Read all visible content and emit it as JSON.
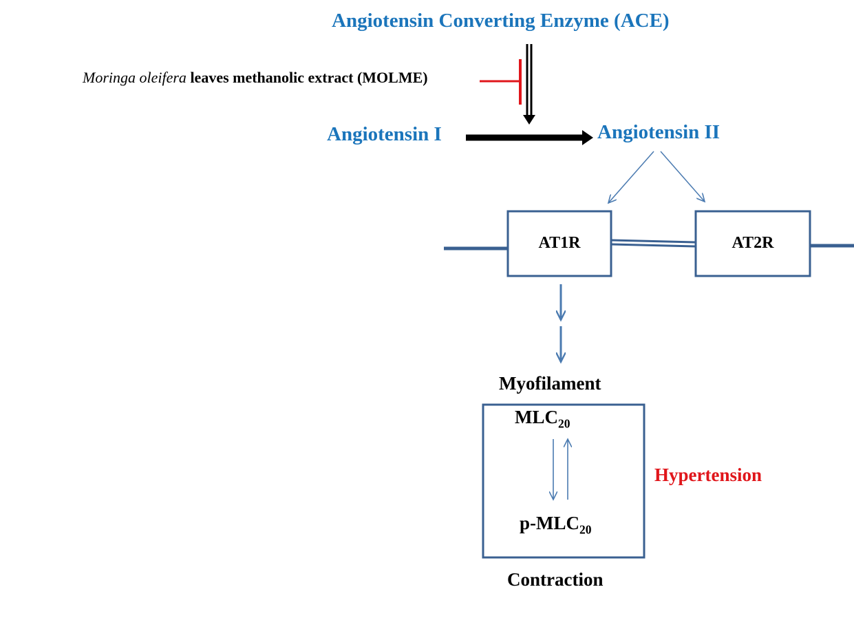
{
  "nodes": {
    "ace": "Angiotensin  Converting Enzyme (ACE)",
    "angiotensin1": "Angiotensin I",
    "angiotensin2": "Angiotensin II",
    "inhibitor": {
      "species": "Moringa oleifera",
      "rest": " leaves methanolic extract (MOLME)"
    },
    "at1r": "AT1R",
    "at2r": "AT2R",
    "myofilament": "Myofilament",
    "mlc": {
      "base": "MLC",
      "sub": "20"
    },
    "pmlc": {
      "base": "p-MLC",
      "sub": "20"
    },
    "contraction": "Contraction",
    "hypertension": "Hypertension"
  },
  "colors": {
    "accent_blue": "#1b75bb",
    "line_blue": "#3a6091",
    "arrow_blue": "#4a7ab0",
    "inhibit_red": "#e0161b",
    "text_black": "#000000"
  }
}
